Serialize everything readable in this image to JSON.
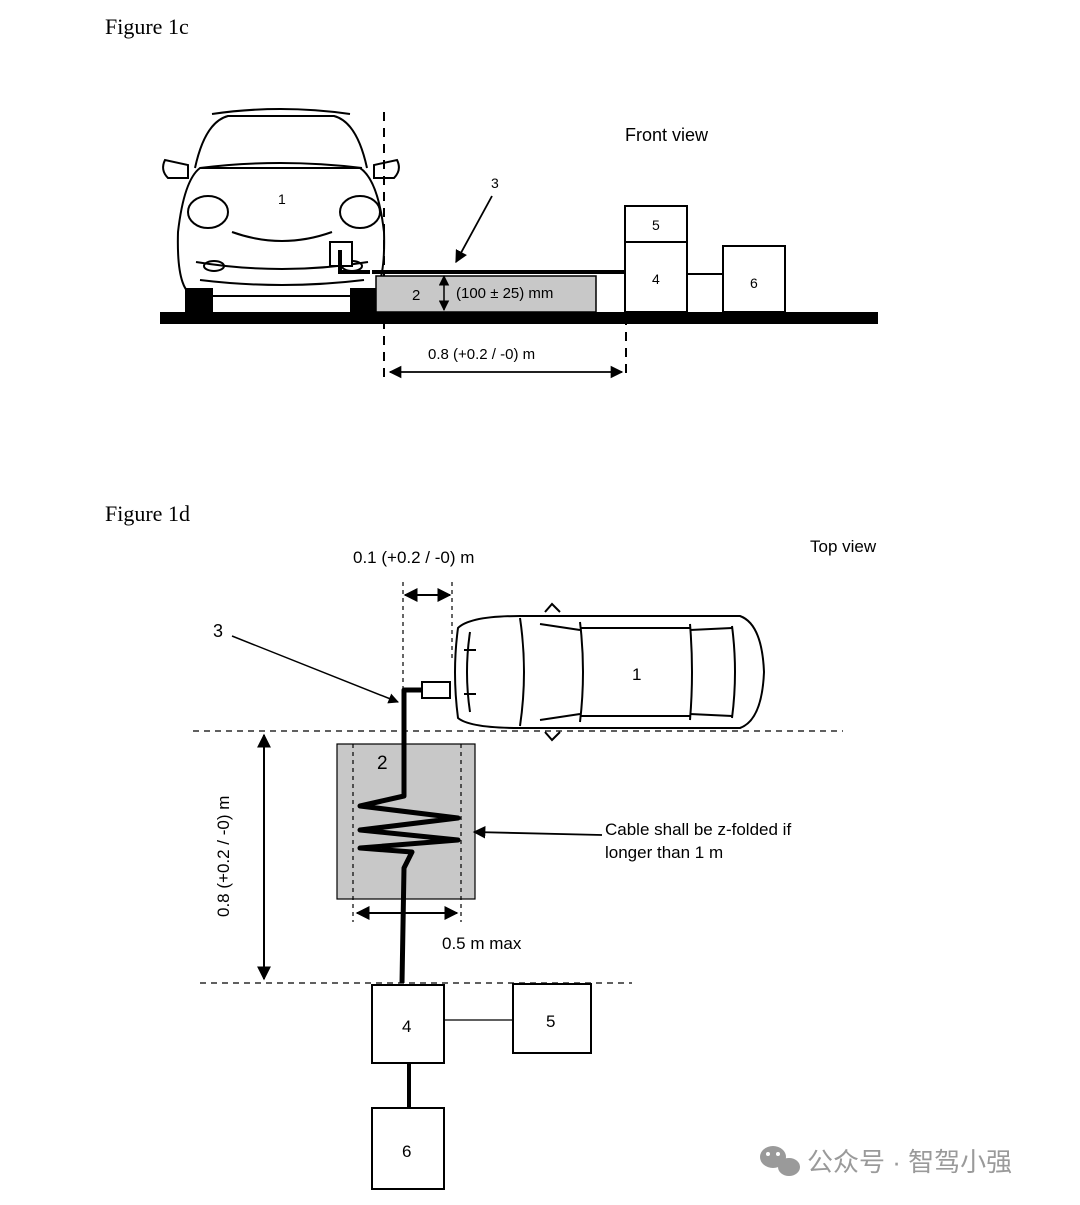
{
  "fig_c": {
    "title": "Figure 1c",
    "view_label": "Front view",
    "label_vehicle": "1",
    "label_support": "2",
    "label_cable": "3",
    "label_box4": "4",
    "label_box5": "5",
    "label_box6": "6",
    "height_dim": "(100 ± 25) mm",
    "distance_dim": "0.8 (+0.2 / -0) m"
  },
  "fig_d": {
    "title": "Figure 1d",
    "view_label": "Top view",
    "gap_dim": "0.1 (+0.2 / -0) m",
    "label_cable": "3",
    "label_vehicle": "1",
    "label_support": "2",
    "vertical_dim": "0.8 (+0.2 / -0) m",
    "cable_note_1": "Cable shall be z-folded if",
    "cable_note_2": "longer than 1 m",
    "width_dim": "0.5 m max",
    "label_box4": "4",
    "label_box5": "5",
    "label_box6": "6"
  },
  "watermark": "公众号 · 智驾小强",
  "colors": {
    "support_fill": "#c8c8c8",
    "line": "#000000",
    "watermark": "#9a9a9a"
  }
}
